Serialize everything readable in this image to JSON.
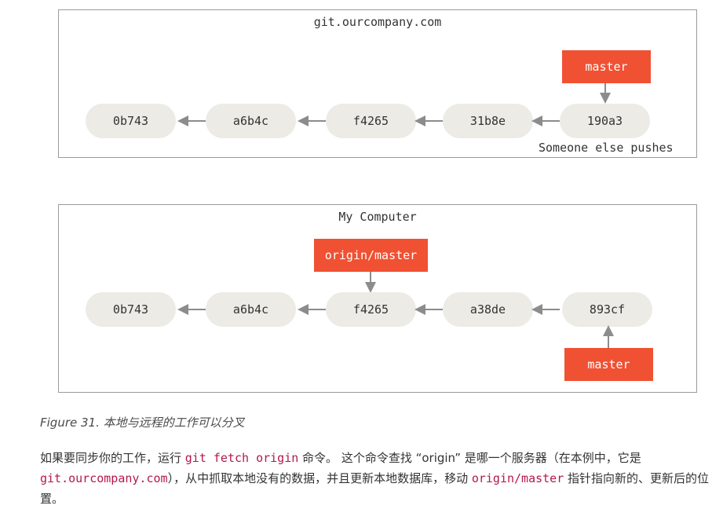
{
  "remote": {
    "title": "git.ourcompany.com",
    "commits": [
      "0b743",
      "a6b4c",
      "f4265",
      "31b8e",
      "190a3"
    ],
    "master_label": "master",
    "note": "Someone else pushes"
  },
  "local": {
    "title": "My Computer",
    "commits": [
      "0b743",
      "a6b4c",
      "f4265",
      "a38de",
      "893cf"
    ],
    "origin_master_label": "origin/master",
    "master_label": "master"
  },
  "caption": "Figure 31. 本地与远程的工作可以分叉",
  "paragraph": {
    "t1": "如果要同步你的工作，运行 ",
    "c1": "git fetch origin",
    "t2": " 命令。 这个命令查找 “origin” 是哪一个服务器（在本例中，它是 ",
    "c2": "git.ourcompany.com",
    "t3": "），从中抓取本地没有的数据，并且更新本地数据库，移动 ",
    "c3": "origin/master",
    "t4": " 指针指向新的、更新后的位置。"
  },
  "colors": {
    "ref_bg": "#f05133",
    "commit_bg": "#ecebe6",
    "code_text": "#b5174f"
  }
}
